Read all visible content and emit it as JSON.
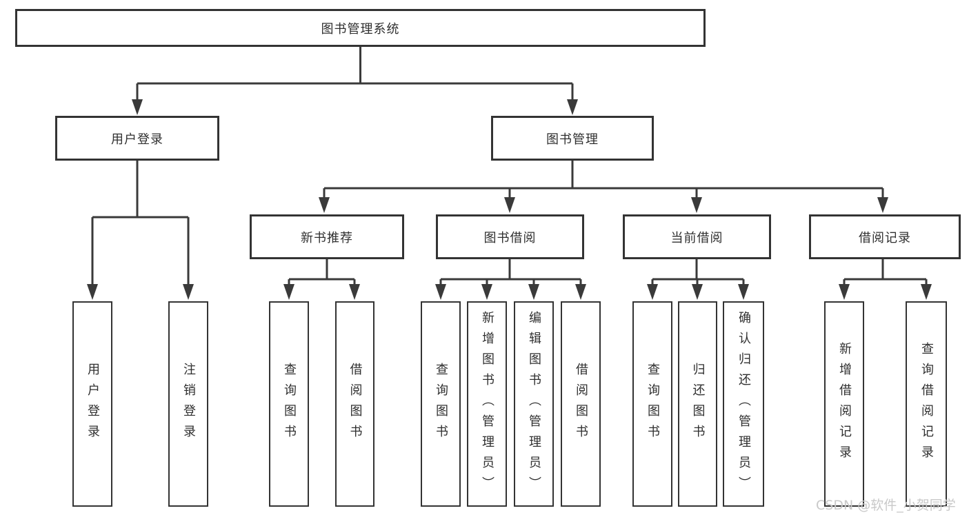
{
  "diagram": {
    "root_label": "图书管理系统",
    "user_login": {
      "label": "用户登录",
      "leaves": [
        "用户登录",
        "注销登录"
      ]
    },
    "book_management": {
      "label": "图书管理",
      "sections": [
        {
          "label": "新书推荐",
          "leaves": [
            "查询图书",
            "借阅图书"
          ]
        },
        {
          "label": "图书借阅",
          "leaves": [
            "查询图书",
            "新增图书（管理员）",
            "编辑图书（管理员）",
            "借阅图书"
          ]
        },
        {
          "label": "当前借阅",
          "leaves": [
            "查询图书",
            "归还图书",
            "确认归还（管理员）"
          ]
        },
        {
          "label": "借阅记录",
          "leaves": [
            "新增借阅记录",
            "查询借阅记录"
          ]
        }
      ]
    }
  },
  "watermark": {
    "text": "CSDN @软件_小贺同学",
    "color": "#c9c9c9"
  },
  "colors": {
    "line": "#3a3a3a",
    "box_border": "#333333",
    "text": "#2f2f2f",
    "background": "#ffffff"
  }
}
